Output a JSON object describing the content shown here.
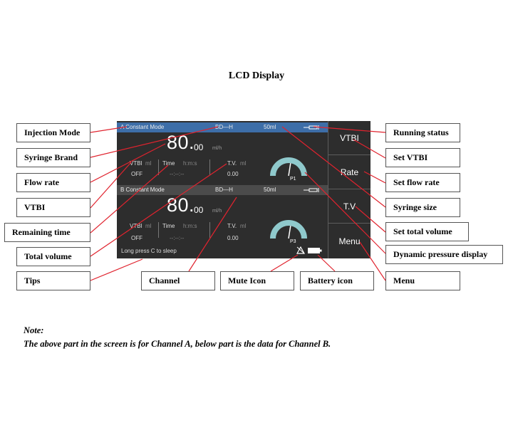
{
  "title": "LCD Display",
  "screen": {
    "channel_a": {
      "header": {
        "mode": "A Constant Mode",
        "brand": "BD—H",
        "size": "50ml"
      },
      "rate": {
        "whole": "80.",
        "decimal": "00",
        "unit": "ml/h"
      },
      "vtbi": {
        "label": "VTBI",
        "unit": "ml",
        "value": "OFF"
      },
      "time": {
        "label": "Time",
        "unit": "h:m:s",
        "value": "--:--:--"
      },
      "total": {
        "label": "T.V.",
        "unit": "ml",
        "value": "0.00"
      },
      "pressure_label": "P1",
      "pressure_level": 0.55
    },
    "channel_b": {
      "header": {
        "mode": "B Constant Mode",
        "brand": "BD—H",
        "size": "50ml"
      },
      "rate": {
        "whole": "80.",
        "decimal": "00",
        "unit": "ml/h"
      },
      "vtbi": {
        "label": "VTBI",
        "unit": "ml",
        "value": "OFF"
      },
      "time": {
        "label": "Time",
        "unit": "h:m:s",
        "value": "--:--:--"
      },
      "total": {
        "label": "T.V.",
        "unit": "ml",
        "value": "0.00"
      },
      "pressure_label": "P3",
      "pressure_level": 0.55
    },
    "side_buttons": [
      "VTBI",
      "Rate",
      "T.V",
      "Menu"
    ],
    "tip": "Long press C to sleep",
    "colors": {
      "header_a": "#3d6ea8",
      "screen_bg": "#2d2d2d",
      "gauge": "#8fc9cc",
      "leader": "#e0232e"
    }
  },
  "callouts": {
    "injection_mode": "Injection Mode",
    "syringe_brand": "Syringe Brand",
    "flow_rate": "Flow rate",
    "vtbi": "VTBI",
    "remaining_time": "Remaining time",
    "total_volume": "Total volume",
    "tips": "Tips",
    "channel": "Channel",
    "mute_icon": "Mute Icon",
    "battery_icon": "Battery icon",
    "running_status": "Running status",
    "set_vtbi": "Set VTBI",
    "set_flow_rate": "Set flow rate",
    "syringe_size": "Syringe size",
    "set_total_volume": "Set total volume",
    "dynamic_pressure": "Dynamic pressure display",
    "menu": "Menu"
  },
  "note": {
    "heading": "Note:",
    "text": "The above part in the screen is for Channel A, below part is the data for Channel B."
  }
}
